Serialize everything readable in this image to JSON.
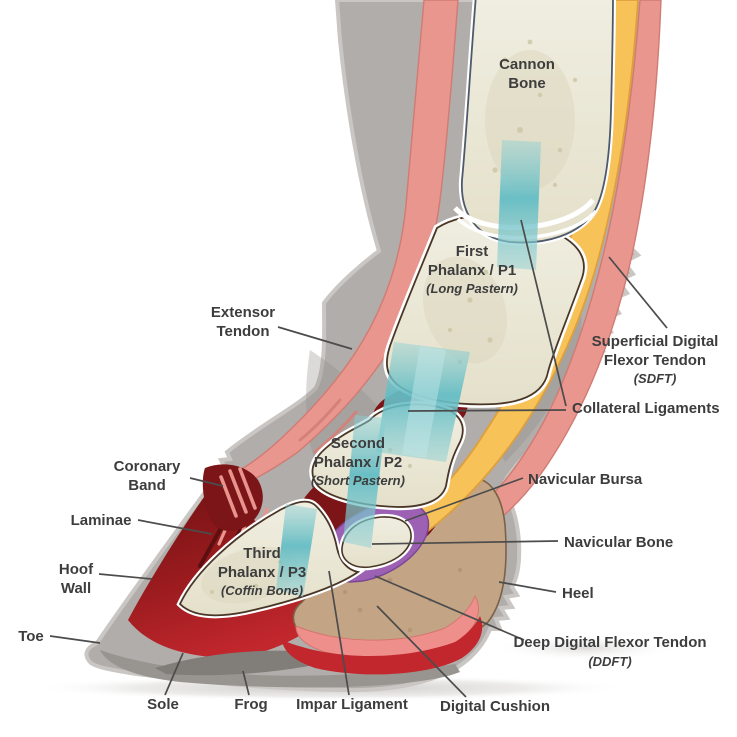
{
  "diagram": {
    "labels": {
      "cannon_bone": {
        "lines": [
          "Cannon",
          "Bone"
        ]
      },
      "first_phalanx": {
        "lines": [
          "First",
          "Phalanx / P1",
          "(Long Pastern)"
        ]
      },
      "second_phalanx": {
        "lines": [
          "Second",
          "Phalanx / P2",
          "(Short Pastern)"
        ]
      },
      "third_phalanx": {
        "lines": [
          "Third",
          "Phalanx / P3",
          "(Coffin Bone)"
        ]
      },
      "extensor_tendon": {
        "lines": [
          "Extensor",
          "Tendon"
        ]
      },
      "sdft": {
        "lines": [
          "Superficial Digital",
          "Flexor Tendon",
          "(SDFT)"
        ]
      },
      "collateral_ligaments": {
        "lines": [
          "Collateral Ligaments"
        ]
      },
      "navicular_bursa": {
        "lines": [
          "Navicular Bursa"
        ]
      },
      "navicular_bone": {
        "lines": [
          "Navicular Bone"
        ]
      },
      "heel": {
        "lines": [
          "Heel"
        ]
      },
      "ddft": {
        "lines": [
          "Deep Digital Flexor Tendon",
          "(DDFT)"
        ]
      },
      "coronary_band": {
        "lines": [
          "Coronary",
          "Band"
        ]
      },
      "laminae": {
        "lines": [
          "Laminae"
        ]
      },
      "hoof_wall": {
        "lines": [
          "Hoof",
          "Wall"
        ]
      },
      "toe": {
        "lines": [
          "Toe"
        ]
      },
      "sole": {
        "lines": [
          "Sole"
        ]
      },
      "frog": {
        "lines": [
          "Frog"
        ]
      },
      "impar_ligament": {
        "lines": [
          "Impar Ligament"
        ]
      },
      "digital_cushion": {
        "lines": [
          "Digital Cushion"
        ]
      }
    },
    "colors": {
      "skin_gray": "#b1adaa",
      "bone_cream": "#edeadb",
      "tendon_pink": "#e9968f",
      "ddft_yellow": "#f7c258",
      "ligament_teal": "#7cc6cc",
      "corium_red": "#c1272d",
      "deep_red": "#7b1517",
      "bursa_purple": "#9d61b4",
      "cushion_tan": "#c3a585",
      "label_text": "#3d3d3d"
    }
  }
}
